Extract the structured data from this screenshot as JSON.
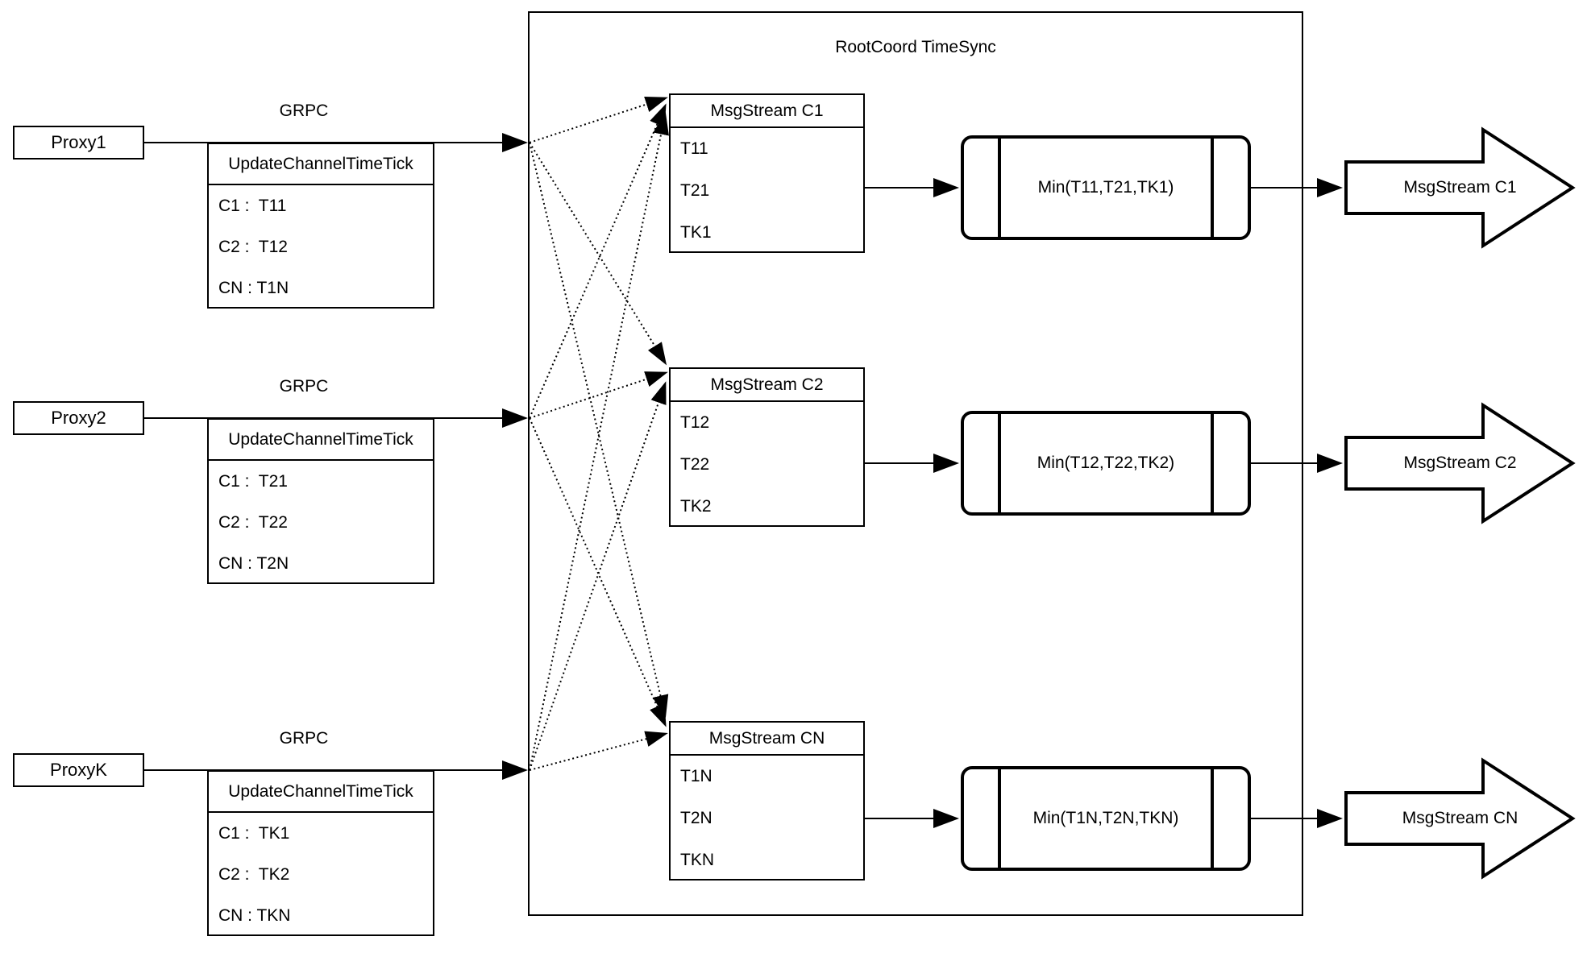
{
  "diagram": {
    "title": "RootCoord TimeSync",
    "proxies": [
      {
        "name": "Proxy1",
        "protocol": "GRPC",
        "message": {
          "title": "UpdateChannelTimeTick",
          "rows": [
            "C1 :  T11",
            "C2 :  T12",
            "CN : T1N"
          ]
        }
      },
      {
        "name": "Proxy2",
        "protocol": "GRPC",
        "message": {
          "title": "UpdateChannelTimeTick",
          "rows": [
            "C1 :  T21",
            "C2 :  T22",
            "CN : T2N"
          ]
        }
      },
      {
        "name": "ProxyK",
        "protocol": "GRPC",
        "message": {
          "title": "UpdateChannelTimeTick",
          "rows": [
            "C1 :  TK1",
            "C2 :  TK2",
            "CN : TKN"
          ]
        }
      }
    ],
    "streams": [
      {
        "title": "MsgStream C1",
        "ticks": [
          "T11",
          "T21",
          "TK1"
        ],
        "min": "Min(T11,T21,TK1)",
        "output": "MsgStream C1"
      },
      {
        "title": "MsgStream C2",
        "ticks": [
          "T12",
          "T22",
          "TK2"
        ],
        "min": "Min(T12,T22,TK2)",
        "output": "MsgStream C2"
      },
      {
        "title": "MsgStream CN",
        "ticks": [
          "T1N",
          "T2N",
          "TKN"
        ],
        "min": "Min(T1N,T2N,TKN)",
        "output": "MsgStream CN"
      }
    ],
    "colors": {
      "stroke": "#000000",
      "background": "#ffffff"
    }
  }
}
